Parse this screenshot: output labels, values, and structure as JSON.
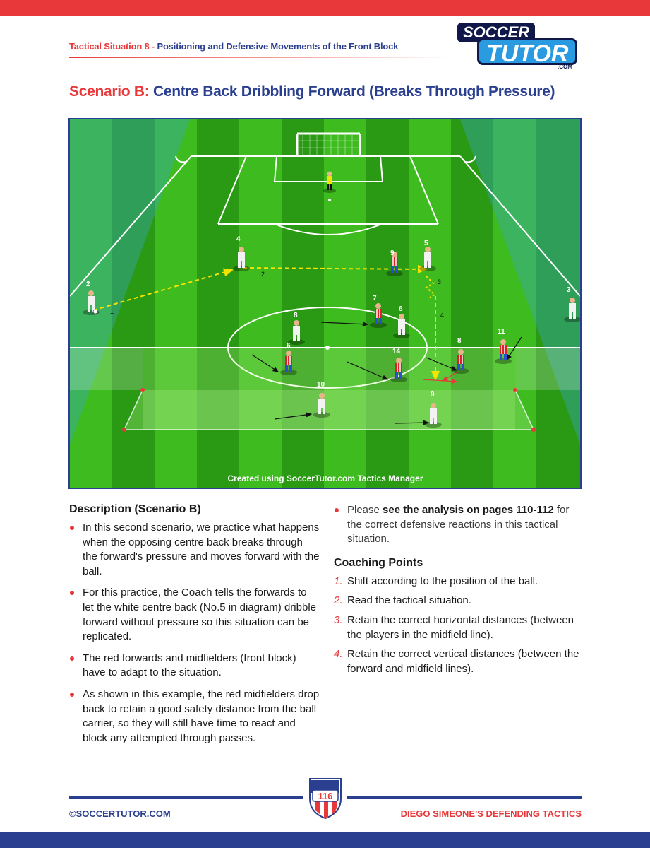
{
  "header": {
    "label": "Tactical Situation 8",
    "separator": " - ",
    "subtitle": "Positioning and Defensive Movements of the Front Block"
  },
  "logo": {
    "line1": "SOCCER",
    "line2": "TUTOR",
    "line3": ".COM"
  },
  "title": {
    "prefix": "Scenario B:",
    "text": "Centre Back Dribbling Forward (Breaks Through Pressure)"
  },
  "diagram": {
    "credit": "Created using SoccerTutor.com Tactics Manager",
    "white_players": [
      "2",
      "4",
      "5",
      "3",
      "6",
      "8",
      "10",
      "9"
    ],
    "red_players": [
      "9",
      "7",
      "6",
      "14",
      "8",
      "11"
    ],
    "pass_labels": [
      "1",
      "2",
      "3",
      "4"
    ],
    "colors": {
      "white_team": "#f2f2f2",
      "red_team": "#d8232a",
      "pass_line": "#f5e400",
      "pitch_light": "#3dbb1f",
      "pitch_dark": "#2a9a14"
    }
  },
  "description": {
    "heading": "Description (Scenario B)",
    "bullets": [
      "In this second scenario, we practice what happens when the opposing centre back breaks through the forward's pressure and moves forward with the ball.",
      "For this practice, the Coach tells the forwards to let the white centre back (No.5 in diagram) dribble forward without pressure so this situation can be replicated.",
      "The red forwards and midfielders (front block) have to adapt to the situation.",
      "As shown in this example, the red midfielders drop back to retain a good safety distance from the ball carrier, so they will still have time to react and block any attempted through passes."
    ]
  },
  "note": {
    "pre": "Please ",
    "link": "see the analysis on pages 110-112",
    "post": " for the correct defensive reactions in this tactical situation."
  },
  "coaching": {
    "heading": "Coaching Points",
    "points": [
      {
        "num": "1.",
        "text": "Shift according to the position of the ball."
      },
      {
        "num": "2.",
        "text": "Read the tactical situation."
      },
      {
        "num": "3.",
        "text": "Retain the correct horizontal distances (between the players in the midfield line)."
      },
      {
        "num": "4.",
        "text": "Retain the correct vertical distances (between the forward and midfield lines)."
      }
    ]
  },
  "footer": {
    "left": "©SOCCERTUTOR.COM",
    "page": "116",
    "right": "DIEGO SIMEONE'S DEFENDING TACTICS"
  }
}
